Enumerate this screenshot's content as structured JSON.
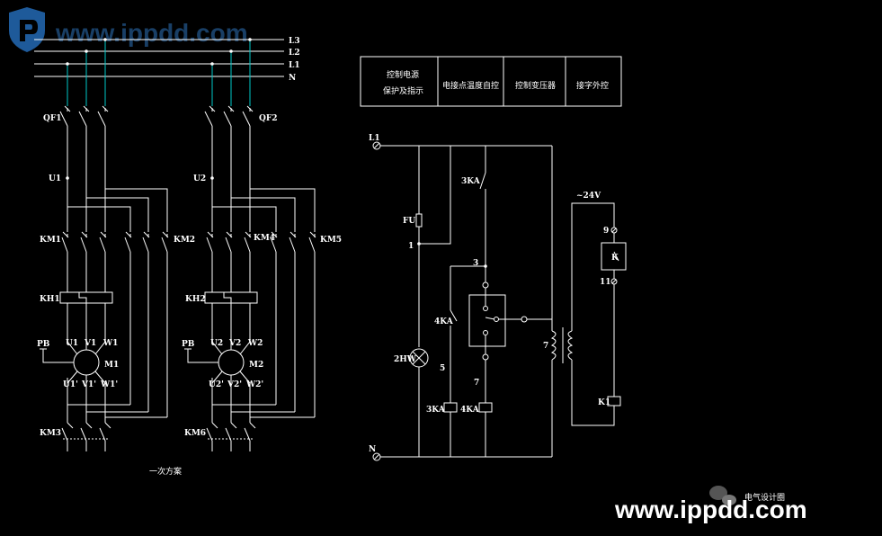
{
  "watermark": {
    "top": "www.ippdd.com",
    "bottom": "www.ippdd.com",
    "wechat": "电气设计圈"
  },
  "colors": {
    "background": "#000000",
    "wire": "#ffffff",
    "busTap": "#00c8c8",
    "logo": "#1e5a9a"
  },
  "bus_labels": [
    "L3",
    "L2",
    "L1",
    "N"
  ],
  "left": {
    "breaker1": "QF1",
    "breaker2": "QF2",
    "motor_node1": "U1",
    "motor_node2": "U2",
    "km1": "KM1",
    "km2": "KM2",
    "km4": "KM4",
    "km5": "KM5",
    "kh1": "KH1",
    "kh2": "KH2",
    "pb1": "PB",
    "pb2": "PB",
    "m1_terms": [
      "U1",
      "V1",
      "W1"
    ],
    "m1": "M1",
    "m1_bottom": [
      "U1'",
      "V1'",
      "W1'"
    ],
    "m2_terms": [
      "U2",
      "V2",
      "W2"
    ],
    "m2": "M2",
    "m2_bottom": [
      "U2'",
      "V2'",
      "W2'"
    ],
    "km3": "KM3",
    "km6": "KM6",
    "caption": "一次方案"
  },
  "right": {
    "table_headers": [
      "控制电源\n保护及指示",
      "电接点温度自控",
      "控制变压器",
      "接字外控"
    ],
    "l1": "L1",
    "n": "N",
    "fu": "FU",
    "node1": "1",
    "node3": "3",
    "node5": "5",
    "node7a": "7",
    "node7b": "7",
    "ka3_top": "3KA",
    "ka4": "4KA",
    "lamp": "2HW",
    "coil_3ka": "3KA",
    "coil_4ka": "4KA",
    "volt": "~24V",
    "t9": "9",
    "k": "K",
    "t11": "11",
    "k1": "K1"
  }
}
